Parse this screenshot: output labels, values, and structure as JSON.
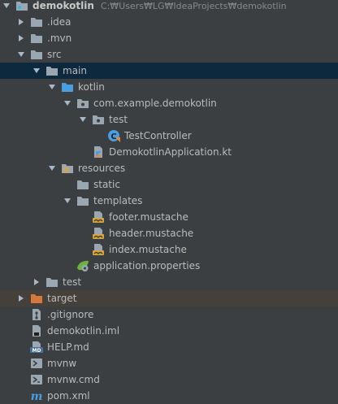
{
  "tree": {
    "root": {
      "label": "demokotlin",
      "path": "C:₩Users₩LG₩IdeaProjects₩demokotlin"
    },
    "items": [
      {
        "label": ".idea"
      },
      {
        "label": ".mvn"
      },
      {
        "label": "src"
      },
      {
        "label": "main"
      },
      {
        "label": "kotlin"
      },
      {
        "label": "com.example.demokotlin"
      },
      {
        "label": "test"
      },
      {
        "label": "TestController"
      },
      {
        "label": "DemokotlinApplication.kt"
      },
      {
        "label": "resources"
      },
      {
        "label": "static"
      },
      {
        "label": "templates"
      },
      {
        "label": "footer.mustache"
      },
      {
        "label": "header.mustache"
      },
      {
        "label": "index.mustache"
      },
      {
        "label": "application.properties"
      },
      {
        "label": "test"
      },
      {
        "label": "target"
      },
      {
        "label": ".gitignore"
      },
      {
        "label": "demokotlin.iml"
      },
      {
        "label": "HELP.md"
      },
      {
        "label": "mvnw"
      },
      {
        "label": "mvnw.cmd"
      },
      {
        "label": "pom.xml"
      }
    ]
  },
  "colors": {
    "background": "#3c3f41",
    "selection": "#0d293e",
    "text": "#bbbbbb",
    "folder": "#9aa7b0",
    "target_folder": "#d5783c",
    "kotlin_accent": "#4a9ee0"
  }
}
